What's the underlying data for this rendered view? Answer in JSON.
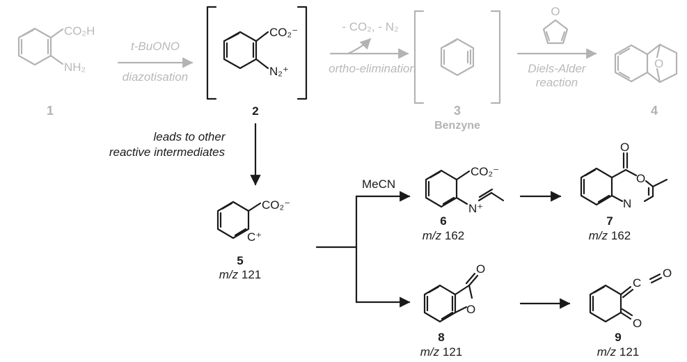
{
  "structures": [
    {
      "id": "s1",
      "number": "1",
      "subs": {
        "top": "CO₂H",
        "bottom": "NH₂"
      }
    },
    {
      "id": "s2",
      "number": "2",
      "subs": {
        "top": "CO₂⁻",
        "bottom": "N₂⁺"
      }
    },
    {
      "id": "s3",
      "number": "3",
      "name": "Benzyne"
    },
    {
      "id": "s4",
      "number": "4",
      "bridge_atom": "O"
    },
    {
      "id": "s5",
      "number": "5",
      "subs": {
        "top": "CO₂⁻",
        "cation": "C⁺"
      },
      "mz_label": "m/z",
      "mz": "121"
    },
    {
      "id": "s6",
      "number": "6",
      "subs": {
        "top": "CO₂⁻",
        "n": "N⁺"
      },
      "mz_label": "m/z",
      "mz": "162"
    },
    {
      "id": "s7",
      "number": "7",
      "atoms": {
        "o_carbonyl": "O",
        "o_ring": "O",
        "n": "N"
      },
      "mz_label": "m/z",
      "mz": "162"
    },
    {
      "id": "s8",
      "number": "8",
      "atoms": {
        "o_carbonyl": "O",
        "o_ring": "O"
      },
      "mz_label": "m/z",
      "mz": "121"
    },
    {
      "id": "s9",
      "number": "9",
      "atoms": {
        "o_ketene": "O",
        "c_ketene": "C",
        "o_ketone": "O"
      },
      "mz_label": "m/z",
      "mz": "121"
    }
  ],
  "steps": [
    {
      "id": "a1",
      "above": "t-BuONO",
      "below": "diazotisation"
    },
    {
      "id": "a2",
      "above": "- CO₂, - N₂",
      "below": "ortho-elimination"
    },
    {
      "id": "a3",
      "below_line1": "Diels-Alder",
      "below_line2": "reaction",
      "reagent_atom": "O"
    },
    {
      "id": "a4",
      "label_line1": "leads to other",
      "label_line2": "reactive intermediates"
    },
    {
      "id": "a5",
      "reagent": "MeCN"
    }
  ],
  "colors": {
    "faded": "#b3b3b3",
    "ink": "#1a1a1a"
  }
}
